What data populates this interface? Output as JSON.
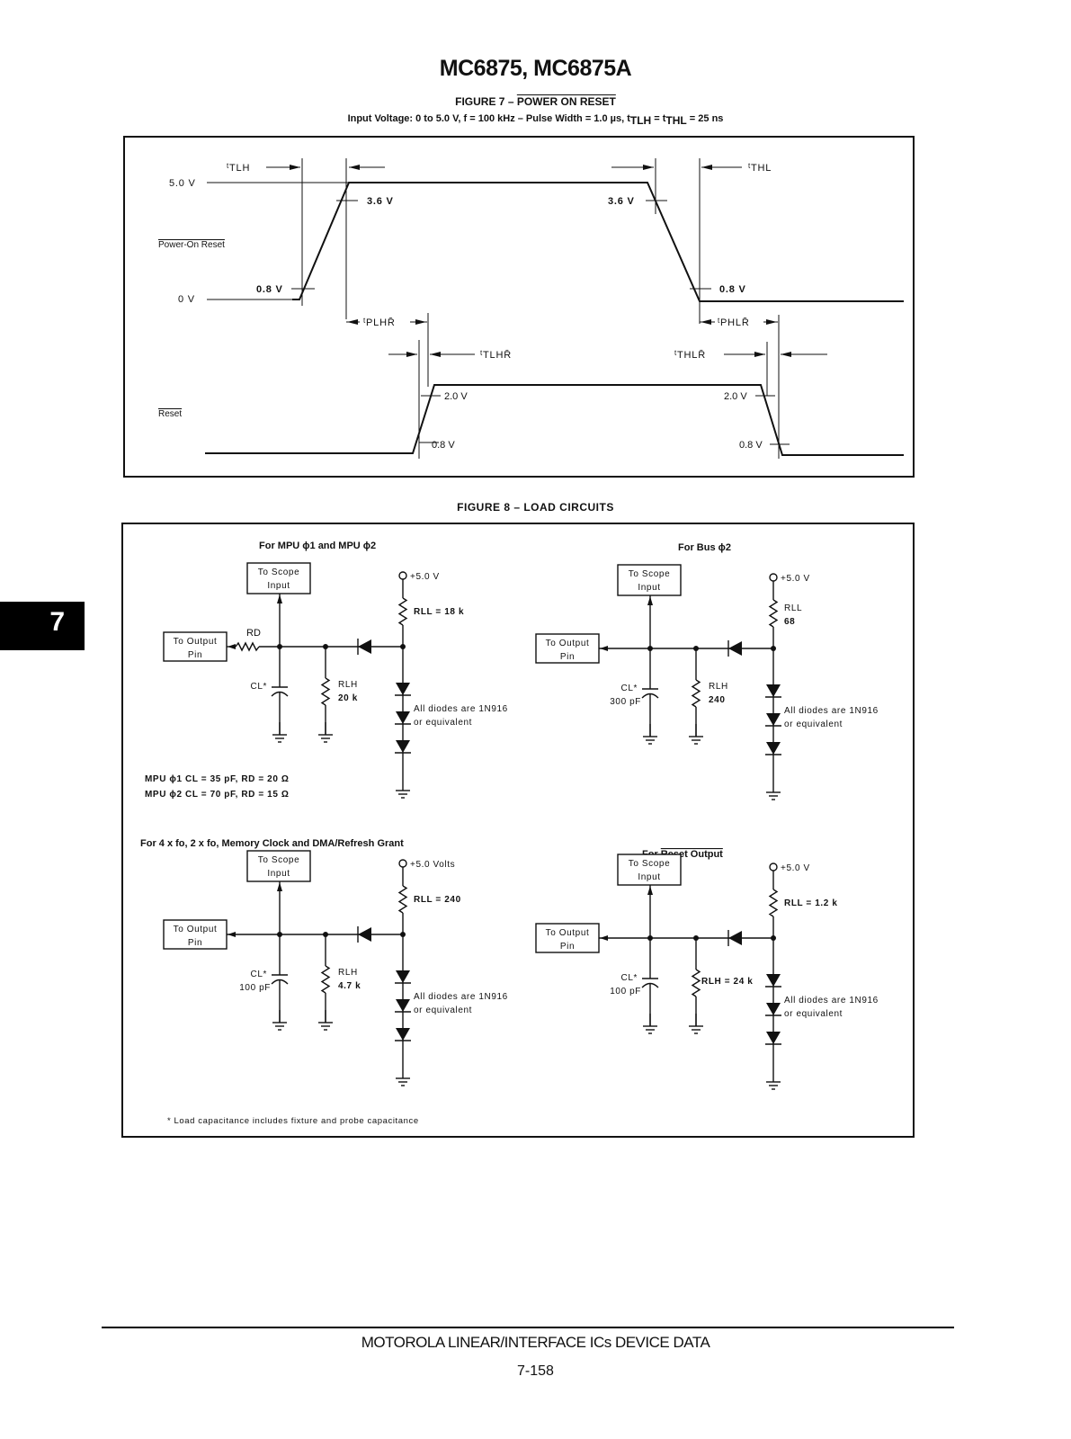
{
  "header": {
    "title": "MC6875, MC6875A"
  },
  "figure7": {
    "caption_prefix": "FIGURE 7 – ",
    "caption_overlined": "POWER ON RESET",
    "subcaption_a": "Input Voltage:  0 to 5.0 V, f = 100 kHz – Pulse Width = 1.0 µs, t",
    "sub_tlh": "TLH",
    "subcaption_b": " = t",
    "sub_thl": "THL",
    "subcaption_c": " = 25 ns",
    "signal1_label": "Power-On Reset",
    "signal2_label": "Reset",
    "level_5v": "5.0 V",
    "level_0v": "0 V",
    "v36_left": "3.6 V",
    "v36_right": "3.6 V",
    "v08_left": "0.8 V",
    "v08_right": "0.8 V",
    "v20_left": "2.0 V",
    "v20_right": "2.0 V",
    "v08_reset_left": "0.8 V",
    "v08_reset_right": "0.8 V",
    "t_prefix": "t",
    "tlh": "TLH",
    "thl": "THL",
    "tplhr": "PLHR̄",
    "tphlr": "PHLR̄",
    "ttlhr": "TLHR̄",
    "tthlr": "THLR̄"
  },
  "figure8": {
    "caption": "FIGURE 8 – LOAD CIRCUITS",
    "scope_line1": "To Scope",
    "scope_line2": "Input",
    "output_line1": "To Output",
    "output_line2": "Pin",
    "diode_note_1": "All diodes are 1N916",
    "diode_note_2": "or equivalent",
    "circuits": [
      {
        "title": "For MPU ϕ1 and MPU ϕ2",
        "supply": "+5.0 V",
        "rll": "RLL = 18 k",
        "rlh_1": "RLH",
        "rlh_2": "20  k",
        "cl_1": "CL*",
        "cl_2": "",
        "rd": "RD"
      },
      {
        "title": "For Bus ϕ2",
        "supply": "+5.0 V",
        "rll_1": "RLL",
        "rll_2": "68",
        "rlh_1": "RLH",
        "rlh_2": "240",
        "cl_1": "CL*",
        "cl_2": "300 pF"
      },
      {
        "title": "For 4 x fo, 2 x fo, Memory Clock and DMA/Refresh Grant",
        "supply": "+5.0 Volts",
        "rll": "RLL = 240",
        "rlh_1": "RLH",
        "rlh_2": "4.7 k",
        "cl_1": "CL*",
        "cl_2": "100 pF"
      },
      {
        "title_prefix": "For ",
        "title_overlined": "Reset Output",
        "supply": "+5.0 V",
        "rll": "RLL = 1.2 k",
        "rlh": "RLH = 24 k",
        "cl_1": "CL*",
        "cl_2": "100 pF"
      }
    ],
    "mpu_note_1": "MPU ϕ1 CL = 35 pF, RD = 20 Ω",
    "mpu_note_2": "MPU ϕ2 CL = 70 pF, RD = 15 Ω",
    "footnote": "* Load capacitance includes fixture and probe capacitance"
  },
  "section_tab": "7",
  "footer": {
    "text": "MOTOROLA LINEAR/INTERFACE ICs DEVICE DATA",
    "page": "7-158"
  }
}
